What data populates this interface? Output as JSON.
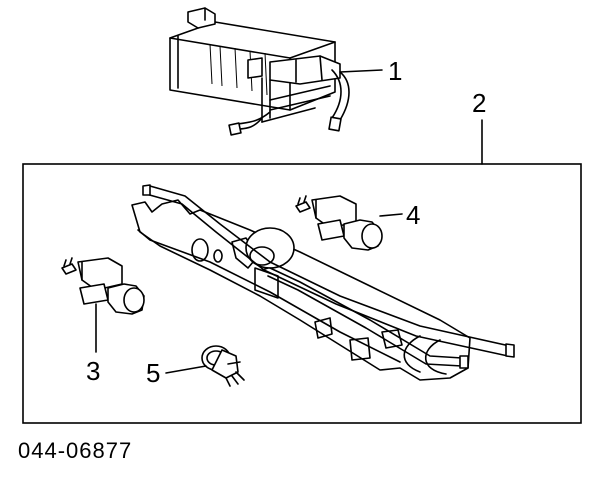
{
  "parts": [
    {
      "id": "1",
      "label": "1",
      "part": "charcoal-canister"
    },
    {
      "id": "2",
      "label": "2",
      "part": "bracket-assembly"
    },
    {
      "id": "3",
      "label": "3",
      "part": "vacuum-switching-valve"
    },
    {
      "id": "4",
      "label": "4",
      "part": "vacuum-switching-valve"
    },
    {
      "id": "5",
      "label": "5",
      "part": "connector"
    }
  ],
  "diagram_code": "044-06877",
  "colors": {
    "line": "#000000",
    "background": "#ffffff"
  }
}
